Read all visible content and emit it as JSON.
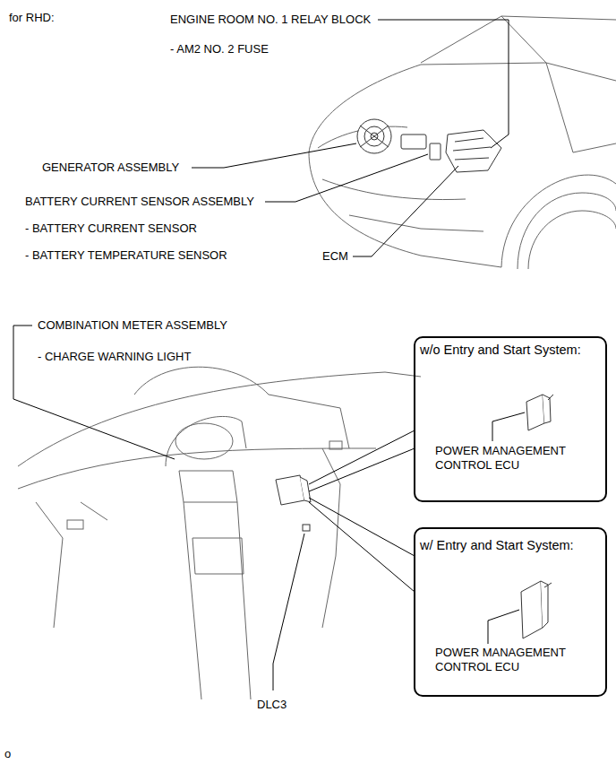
{
  "diagram": {
    "nodes": [
      {
        "text": [
          "w/o Entry and Start System:",
          "POWER MANAGEMENT CONTROL ECU"
        ]
      },
      {
        "text": [
          "w/ Entry and Start System:",
          "POWER MANAGEMENT CONTROL ECU"
        ]
      }
    ],
    "labels": [
      "for RHD:",
      "ENGINE ROOM NO. 1 RELAY BLOCK",
      "- AM2 NO. 2 FUSE",
      "GENERATOR ASSEMBLY",
      "BATTERY CURRENT SENSOR ASSEMBLY",
      "- BATTERY CURRENT SENSOR",
      "- BATTERY TEMPERATURE SENSOR",
      "ECM",
      "COMBINATION METER ASSEMBLY",
      "- CHARGE WARNING LIGHT",
      "DLC3",
      "o"
    ]
  }
}
